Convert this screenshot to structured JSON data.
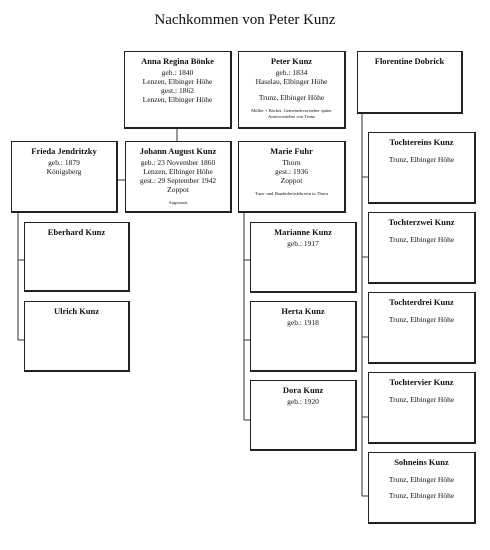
{
  "title": "Nachkommen von Peter Kunz",
  "persons": {
    "anna": {
      "name": "Anna Regina Bönke",
      "lines": [
        "geb.: 1840",
        "Lenzen, Elbinger Höhe",
        "gest.: 1862",
        "Lenzen, Elbinger Höhe"
      ]
    },
    "peter": {
      "name": "Peter Kunz",
      "lines": [
        "geb.: 1834",
        "Haselau, Elbinger Höhe"
      ],
      "lines2": [
        "Trunz, Elbinger Höhe"
      ],
      "note": "Müller + Bäcker, Gemeindevorsteher später Amtsvorsteher von Trunz"
    },
    "florentine": {
      "name": "Florentine Dobrick"
    },
    "frieda": {
      "name": "Frieda Jendritzky",
      "lines": [
        "geb.: 1879",
        "Königsberg"
      ]
    },
    "johann": {
      "name": "Johann August Kunz",
      "lines": [
        "geb.: 23 November 1860",
        "Lenzen, Elbinger Höhe",
        "gest.: 29 September 1942",
        "Zoppot"
      ],
      "note": "Augenarzt"
    },
    "marie": {
      "name": "Marie Fuhr",
      "lines": [
        "Thorn",
        "gest.: 1936",
        "Zoppot"
      ],
      "note": "Turn- und Handarbeitslehrerin in Thorn"
    },
    "eberhard": {
      "name": "Eberhard Kunz"
    },
    "ulrich": {
      "name": "Ulrich Kunz"
    },
    "marianne": {
      "name": "Marianne Kunz",
      "lines": [
        "geb.: 1917"
      ]
    },
    "herta": {
      "name": "Herta Kunz",
      "lines": [
        "geb.: 1918"
      ]
    },
    "dora": {
      "name": "Dora Kunz",
      "lines": [
        "geb.: 1920"
      ]
    },
    "t1": {
      "name": "Tochtereins Kunz",
      "lines": [
        "Trunz, Elbinger Höhe"
      ]
    },
    "t2": {
      "name": "Tochterzwei Kunz",
      "lines": [
        "Trunz, Elbinger Höhe"
      ]
    },
    "t3": {
      "name": "Tochterdrei Kunz",
      "lines": [
        "Trunz, Elbinger Höhe"
      ]
    },
    "t4": {
      "name": "Tochtervier Kunz",
      "lines": [
        "Trunz, Elbinger Höhe"
      ]
    },
    "s1": {
      "name": "Sohneins Kunz",
      "lines": [
        "Trunz, Elbinger Höhe"
      ],
      "lines2": [
        "Trunz, Elbinger Höhe"
      ]
    }
  }
}
